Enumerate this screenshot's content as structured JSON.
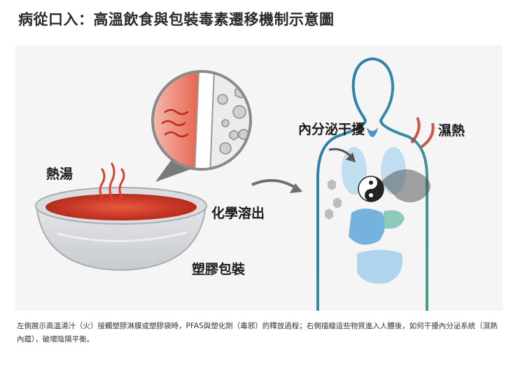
{
  "page": {
    "title": "病從口入：高溫飲食與包裝毒素遷移機制示意圖",
    "caption": "左側展示高溫湯汁（火）接觸塑膠淋膜或塑膠袋時，PFAS與塑化劑（毒邪）的釋放過程；右側描繪這些物質進入人體後，如何干擾內分泌系統（濕熱內蘊），破壞陰陽平衡。"
  },
  "labels": {
    "hot_soup": "熱湯",
    "chemical_leaching": "化學溶出",
    "plastic_packaging": "塑膠包裝",
    "endocrine_disruption": "內分泌干擾",
    "damp_heat": "濕熱"
  },
  "colors": {
    "soup_red": "#d9412e",
    "body_outline_blue": "#2a78b8",
    "body_outline_green": "#3fa08a",
    "arrow_gray": "#6f6f6f",
    "organ_blue": "#6fb3e0",
    "smoke_red": "#c23022"
  },
  "icons": [
    "steam-icon",
    "yin-yang-icon",
    "arrow-icon",
    "hexagon-molecule-icon"
  ]
}
